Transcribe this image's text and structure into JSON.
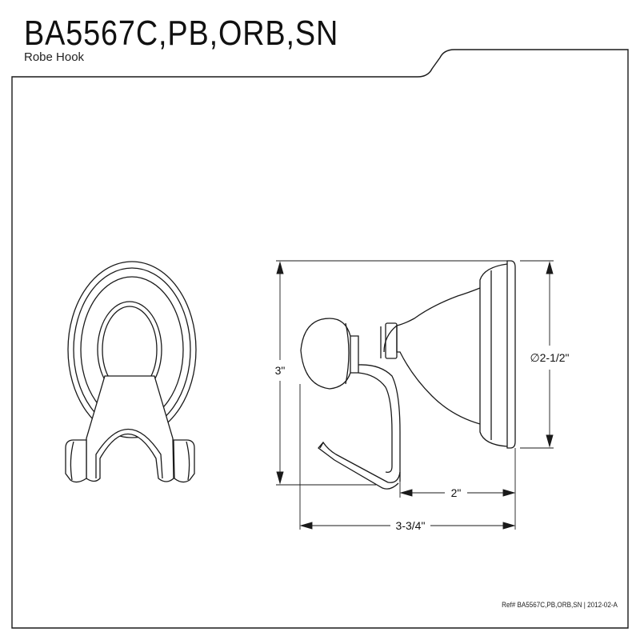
{
  "header": {
    "model_number": "BA5567C,PB,ORB,SN",
    "product_name": "Robe Hook"
  },
  "dimensions": {
    "height": "3\"",
    "diameter": "∅2-1/2\"",
    "projection_hook": "2\"",
    "projection_total": "3-3/4\""
  },
  "footer": {
    "reference": "Ref# BA5567C,PB,ORB,SN | 2012-02-A"
  },
  "colors": {
    "line": "#1a1a1a",
    "background": "#ffffff"
  }
}
